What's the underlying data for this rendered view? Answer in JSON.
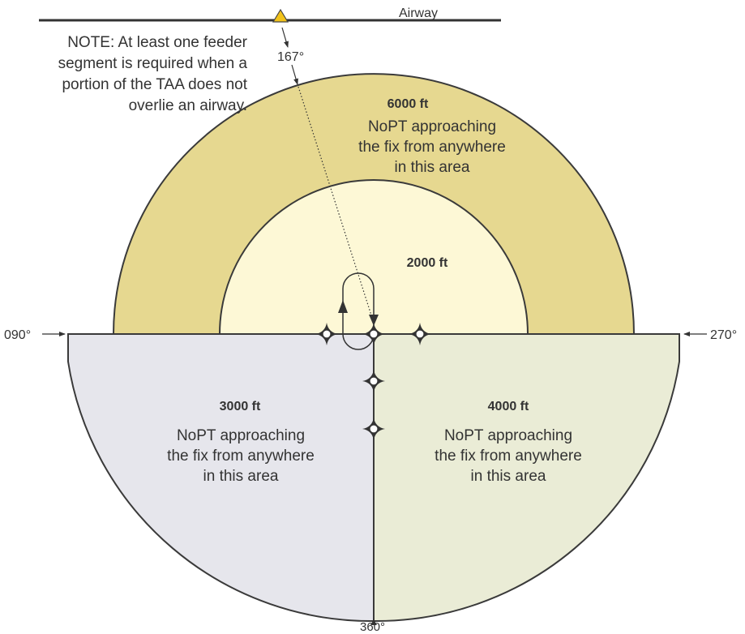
{
  "airway_label": "Airway",
  "note": [
    "NOTE: At least one feeder",
    "segment is required when a",
    "portion of the TAA does not",
    "overlie an airway."
  ],
  "course_label": "167°",
  "bearings": {
    "left": "090°",
    "right": "270°",
    "bottom": "360°"
  },
  "areas": {
    "outer_top": {
      "altitude": "6000 ft",
      "lines": [
        "NoPT approaching",
        "the fix from anywhere",
        "in this area"
      ],
      "color": "#e6d890"
    },
    "inner_top": {
      "altitude": "2000 ft",
      "color": "#fdf8d6"
    },
    "bottom_left": {
      "altitude": "3000 ft",
      "lines": [
        "NoPT approaching",
        "the fix from anywhere",
        "in this area"
      ],
      "color": "#e6e6ec"
    },
    "bottom_right": {
      "altitude": "4000 ft",
      "lines": [
        "NoPT approaching",
        "the fix from anywhere",
        "in this area"
      ],
      "color": "#eaecd6"
    }
  },
  "airway_marker_color": "#f2c31b"
}
